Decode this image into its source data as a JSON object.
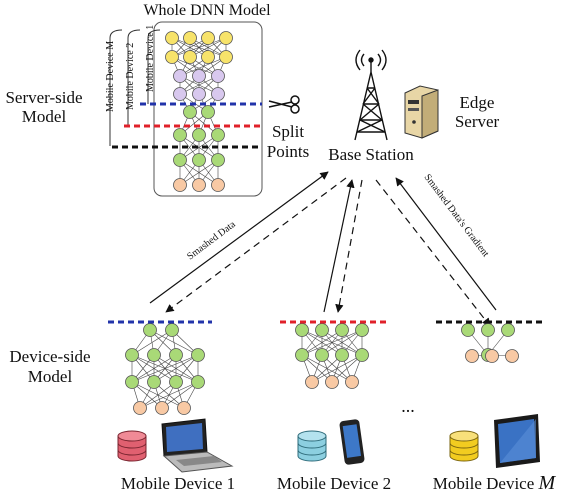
{
  "title": "Whole DNN Model",
  "server_side_label": [
    "Server-side",
    "Model"
  ],
  "device_side_label": [
    "Device-side",
    "Model"
  ],
  "split_points_label": [
    "Split",
    "Points"
  ],
  "base_station_label": "Base Station",
  "edge_server_label": [
    "Edge",
    "Server"
  ],
  "smashed_data_label": "Smashed Data",
  "gradient_label": "Smashed Data's Gradient",
  "ellipsis": "...",
  "bracket_labels": [
    "Mobile Device 1",
    "Mobile Device 2",
    "Mobile Device M"
  ],
  "devices": [
    {
      "label": "Mobile Device 1",
      "split_color": "#2233aa",
      "db_color": "#e06070",
      "device": "laptop-icon"
    },
    {
      "label": "Mobile Device 2",
      "split_color": "#e0202a",
      "db_color": "#8ccfe0",
      "device": "phone-icon"
    },
    {
      "label": "Mobile Device M",
      "split_color": "#111111",
      "db_color": "#f2cc20",
      "device": "tablet-icon"
    }
  ],
  "layer_colors": {
    "yellow": "#f7e36a",
    "purple": "#d8c8ee",
    "green": "#a9d977",
    "orange": "#f8c9a4"
  }
}
